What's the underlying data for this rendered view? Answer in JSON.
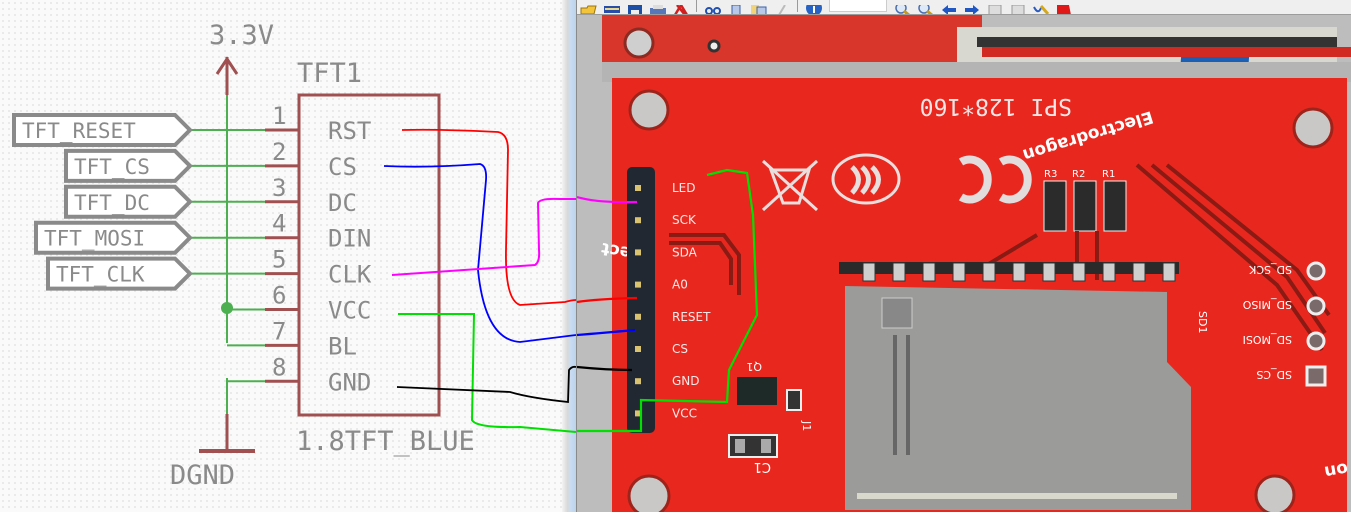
{
  "schematic": {
    "power_label": "3.3V",
    "ground_label": "DGND",
    "part_name": "TFT1",
    "part_value": "1.8TFT_BLUE",
    "net_labels": [
      "TFT_RESET",
      "TFT_CS",
      "TFT_DC",
      "TFT_MOSI",
      "TFT_CLK"
    ],
    "pins": [
      {
        "number": "1",
        "name": "RST"
      },
      {
        "number": "2",
        "name": "CS"
      },
      {
        "number": "3",
        "name": "DC"
      },
      {
        "number": "4",
        "name": "DIN"
      },
      {
        "number": "5",
        "name": "CLK"
      },
      {
        "number": "6",
        "name": "VCC"
      },
      {
        "number": "7",
        "name": "BL"
      },
      {
        "number": "8",
        "name": "GND"
      }
    ],
    "colors": {
      "wire": "#4caf50",
      "part": "#a05050",
      "text": "#8a8a8a"
    }
  },
  "wiring_annotations": [
    {
      "from": "RST",
      "to": "RESET",
      "color": "#ff0000"
    },
    {
      "from": "CS",
      "to": "CS",
      "color": "#0000ff"
    },
    {
      "from": "CLK",
      "to": "SCK",
      "color": "#ff00ff"
    },
    {
      "from": "VCC",
      "to": "LED",
      "color": "#00e000"
    },
    {
      "from": "GND",
      "to": "GND",
      "color": "#000000"
    }
  ],
  "viewer": {
    "toolbar_icons": [
      "open-folder-icon",
      "scanner-icon",
      "save-icon",
      "print-icon",
      "delete-icon",
      "cut-icon",
      "copy-icon",
      "paste-icon",
      "pen-icon",
      "info-icon",
      "zoom-in-icon",
      "zoom-out-icon",
      "back-arrow-icon",
      "forward-arrow-icon",
      "page-up-icon",
      "page-down-icon",
      "tools-icon",
      "exit-icon"
    ],
    "zoom_value": ""
  },
  "board": {
    "header_pins": [
      "LED",
      "SCK",
      "SDA",
      "A0",
      "RESET",
      "CS",
      "GND",
      "VCC"
    ],
    "silkscreen_title": "SPI 128*160",
    "brand": "Electrodragon",
    "brand_fragment_left": "Elect",
    "brand_fragment_right": "on",
    "resistors": [
      "R3",
      "R2",
      "R1"
    ],
    "sd_pins": [
      "SD_SCK",
      "SD_MISO",
      "SD_MOSI",
      "SD_CS"
    ],
    "sd_label": "SD1",
    "jumper": "J1",
    "capacitor": "C1",
    "transistor": "Q1",
    "colors": {
      "pcb": "#e8281e",
      "trace": "#8a1a14",
      "silk": "#f4e6e6",
      "metal": "#9c9c9c"
    }
  }
}
